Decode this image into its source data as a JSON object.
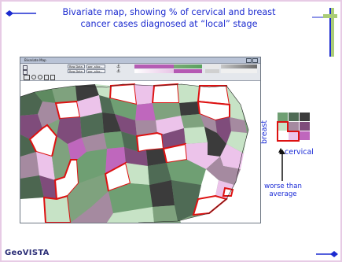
{
  "slide": {
    "title": "Bivariate map, showing % of cervical and breast cancer cases diagnosed at “local” stage",
    "footer_brand": "GeoVISTA"
  },
  "app_window": {
    "title": "Bivariate Map",
    "dropdowns": [
      "Raw Data",
      "Raw Data",
      "per_alloc..",
      "per_alloc.."
    ]
  },
  "legend": {
    "breast_label": "breast",
    "cervical_label": "cervical",
    "worse_label": "worse than average",
    "grid_colors": [
      [
        "#6f9f73",
        "#4f6b55",
        "#3b3b3b"
      ],
      [
        "#c7e3c6",
        "#a58aa0",
        "#7f4c7b"
      ],
      [
        "#ffffff",
        "#ecc3ea",
        "#bf67bd"
      ]
    ]
  },
  "colors": {
    "title": "#1c2bd0",
    "highlight_outline": "#dd1111",
    "pink_border": "#e6c5e0"
  }
}
